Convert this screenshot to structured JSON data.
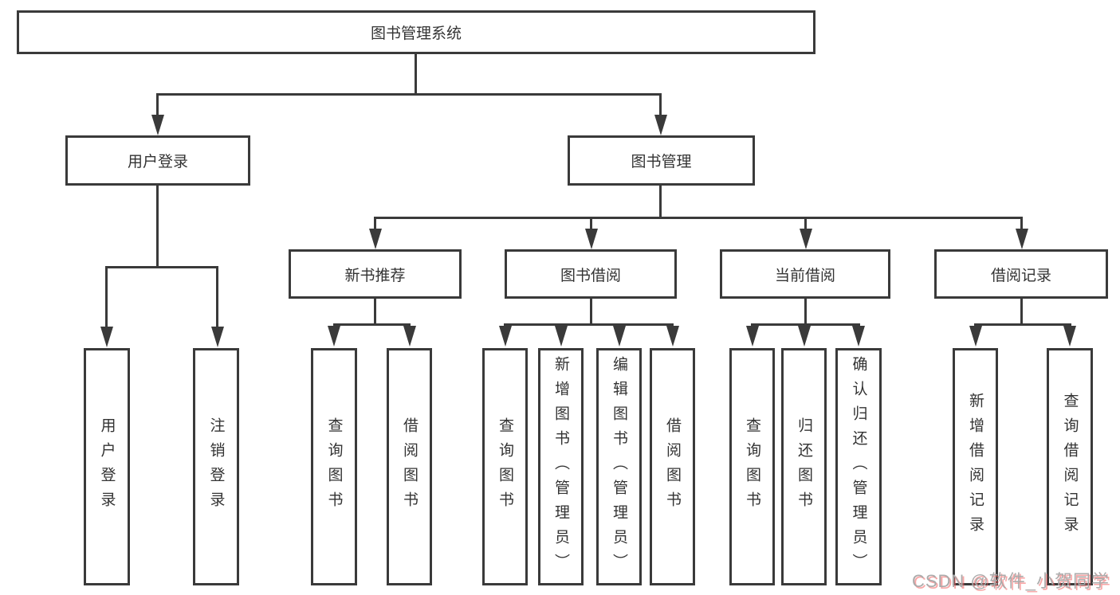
{
  "diagram": {
    "root": {
      "label": "图书管理系统"
    },
    "user_login": {
      "label": "用户登录",
      "children": {
        "login": "用户登录",
        "logout": "注销登录"
      }
    },
    "book_mgmt": {
      "label": "图书管理",
      "children": {
        "new_book_rec": {
          "label": "新书推荐",
          "children": {
            "query": "查询图书",
            "borrow": "借阅图书"
          }
        },
        "book_borrow": {
          "label": "图书借阅",
          "children": {
            "query": "查询图书",
            "add": "新增图书（管理员）",
            "edit": "编辑图书（管理员）",
            "borrow": "借阅图书"
          }
        },
        "current_borrow": {
          "label": "当前借阅",
          "children": {
            "query": "查询图书",
            "return": "归还图书",
            "confirm": "确认归还（管理员）"
          }
        },
        "borrow_record": {
          "label": "借阅记录",
          "children": {
            "add": "新增借阅记录",
            "query": "查询借阅记录"
          }
        }
      }
    }
  },
  "watermark": {
    "text": "CSDN @软件_小贺同学"
  },
  "colors": {
    "line": "#3a3a3a",
    "text": "#333333",
    "bg": "#ffffff"
  }
}
